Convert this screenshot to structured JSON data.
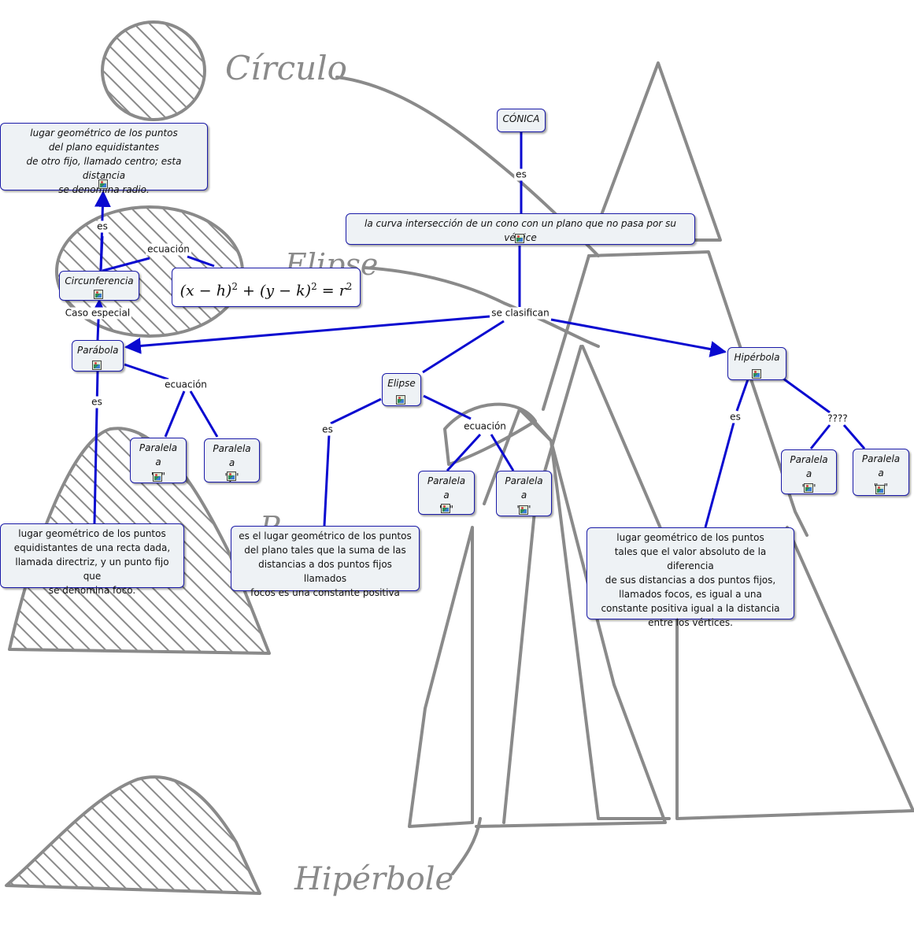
{
  "background_words": {
    "circulo": "Círculo",
    "elipse": "Elipse",
    "parabola": "P",
    "hiperbole": "Hipérbole"
  },
  "nodes": {
    "conica": "CÓNICA",
    "curva": "la curva intersección de un cono con un plano que no pasa por su vértice",
    "circ_def": "lugar geométrico de los puntos\ndel plano equidistantes\nde otro fijo, llamado centro; esta distancia\nse denomina radio.",
    "circunferencia": "Circunferencia",
    "parabola": "Parábola",
    "par_x": "Paralela a\n\"x\"",
    "par_y": "Paralela a\n\"y\"",
    "par_def": "lugar geométrico de los puntos\nequidistantes de una recta dada,\nllamada directriz, y un punto fijo que\nse denomina foco.",
    "elipse": "Elipse",
    "eli_x": "Paralela a\n\"x\"",
    "eli_y": "Paralela a\n\"y\"",
    "eli_def": "es el lugar geométrico de los puntos\ndel plano tales que la suma de las\ndistancias a dos puntos fijos llamados\nfocos es una constante positiva",
    "hiperbola": "Hipérbola",
    "hip_x": "Paralela a\n\"x\"",
    "hip_y": "Paralela a\n\"y\"",
    "hip_def": "lugar geométrico de los puntos\ntales que el valor absoluto de la diferencia\nde sus distancias a dos puntos fijos,\nllamados focos, es igual a una\nconstante positiva igual a la distancia\nentre los vértices."
  },
  "formula": {
    "lhs_1": "(x − h)",
    "exp_1": "2",
    "plus": " + ",
    "lhs_2": "(y − k)",
    "exp_2": "2",
    "eq": " = r",
    "exp_3": "2"
  },
  "link_labels": {
    "es_conica": "es",
    "se_clasifican": "se clasifican",
    "es_circ": "es",
    "ecuacion_circ": "ecuación",
    "caso_especial": "Caso especial",
    "es_par": "es",
    "ecuacion_par": "ecuación",
    "es_eli": "es",
    "ecuacion_eli": "ecuación",
    "es_hip": "es",
    "hip_q": "????"
  },
  "colors": {
    "link": "#0a0ad0",
    "node_border": "#1a1aa8",
    "node_fill": "#eef2f5",
    "sketch": "#8a8a8a"
  }
}
